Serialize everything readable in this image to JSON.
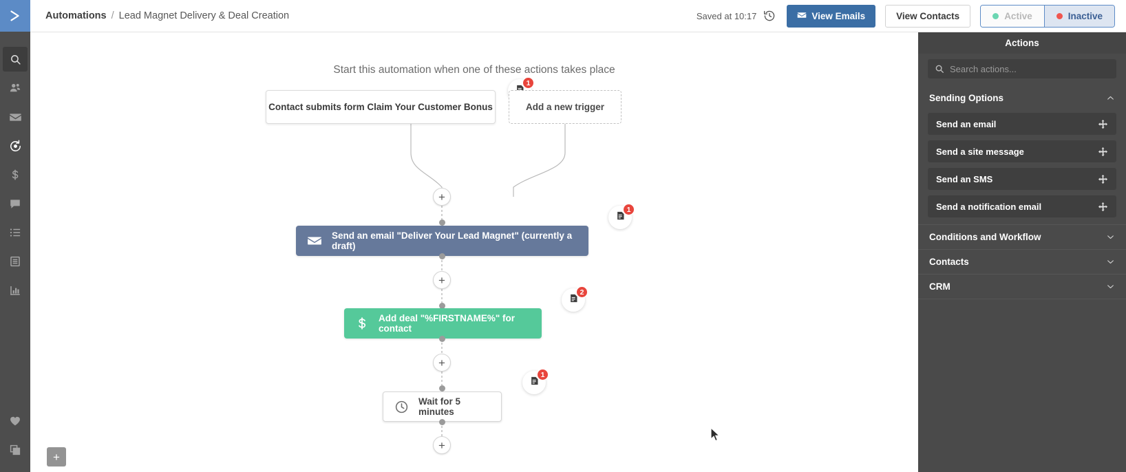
{
  "brand": {
    "icon": "chevron-right-logo",
    "color": "#5c8bc6"
  },
  "leftnav": {
    "items": [
      {
        "name": "search",
        "icon": "search-icon",
        "state": "selected"
      },
      {
        "name": "contacts",
        "icon": "contacts-icon",
        "state": "normal"
      },
      {
        "name": "campaigns",
        "icon": "envelope-icon",
        "state": "normal"
      },
      {
        "name": "automations",
        "icon": "automation-gear-icon",
        "state": "active"
      },
      {
        "name": "deals",
        "icon": "dollar-icon",
        "state": "normal"
      },
      {
        "name": "conversations",
        "icon": "chat-icon",
        "state": "normal"
      },
      {
        "name": "lists",
        "icon": "list-icon",
        "state": "normal"
      },
      {
        "name": "forms",
        "icon": "document-icon",
        "state": "normal"
      },
      {
        "name": "reports",
        "icon": "bar-chart-icon",
        "state": "normal"
      },
      {
        "name": "favorites",
        "icon": "heart-icon",
        "state": "normal"
      },
      {
        "name": "apps",
        "icon": "copy-icon",
        "state": "normal"
      }
    ]
  },
  "header": {
    "breadcrumb_root": "Automations",
    "breadcrumb_sep": "/",
    "breadcrumb_leaf": "Lead Magnet Delivery & Deal Creation",
    "saved_text": "Saved at 10:17",
    "history_icon": "history-clock-icon",
    "view_emails_label": "View Emails",
    "view_emails_icon": "envelope-icon",
    "view_contacts_label": "View Contacts",
    "toggle": {
      "active_label": "Active",
      "active_dot_color": "#6bd6b2",
      "inactive_label": "Inactive",
      "inactive_dot_color": "#f0564f",
      "selected": "Inactive"
    },
    "accent_color": "#3b6ea5"
  },
  "canvas": {
    "hint": "Start this automation when one of these actions takes place",
    "zoom_in_label": "+",
    "triggers": [
      {
        "label": "Contact submits form Claim Your Customer Bonus",
        "badge": "1",
        "badge_icon": "note-icon"
      },
      {
        "label": "Add a new trigger",
        "badge": null,
        "badge_icon": null
      }
    ],
    "steps": [
      {
        "label": "Send an email \"Deliver Your Lead Magnet\" (currently a draft)",
        "icon": "envelope-icon",
        "color": "#66799b",
        "badge": "1",
        "badge_icon": "note-icon"
      },
      {
        "label": "Add deal \"%FIRSTNAME%\" for contact",
        "icon": "dollar-icon",
        "color": "#55c99a",
        "badge": "2",
        "badge_icon": "note-icon"
      },
      {
        "label": "Wait for 5 minutes",
        "icon": "clock-icon",
        "color": "#ffffff",
        "badge": "1",
        "badge_icon": "note-icon"
      }
    ],
    "add_step_label": "+"
  },
  "actions_panel": {
    "title": "Actions",
    "search_placeholder": "Search actions...",
    "search_value": "",
    "search_icon": "search-icon",
    "groups": [
      {
        "label": "Sending Options",
        "expanded": true,
        "chevron": "chevron-up-icon",
        "items": [
          {
            "label": "Send an email",
            "drag_icon": "drag-move-icon"
          },
          {
            "label": "Send a site message",
            "drag_icon": "drag-move-icon"
          },
          {
            "label": "Send an SMS",
            "drag_icon": "drag-move-icon"
          },
          {
            "label": "Send a notification email",
            "drag_icon": "drag-move-icon"
          }
        ]
      },
      {
        "label": "Conditions and Workflow",
        "expanded": false,
        "chevron": "chevron-down-icon",
        "items": []
      },
      {
        "label": "Contacts",
        "expanded": false,
        "chevron": "chevron-down-icon",
        "items": []
      },
      {
        "label": "CRM",
        "expanded": false,
        "chevron": "chevron-down-icon",
        "items": []
      }
    ]
  }
}
